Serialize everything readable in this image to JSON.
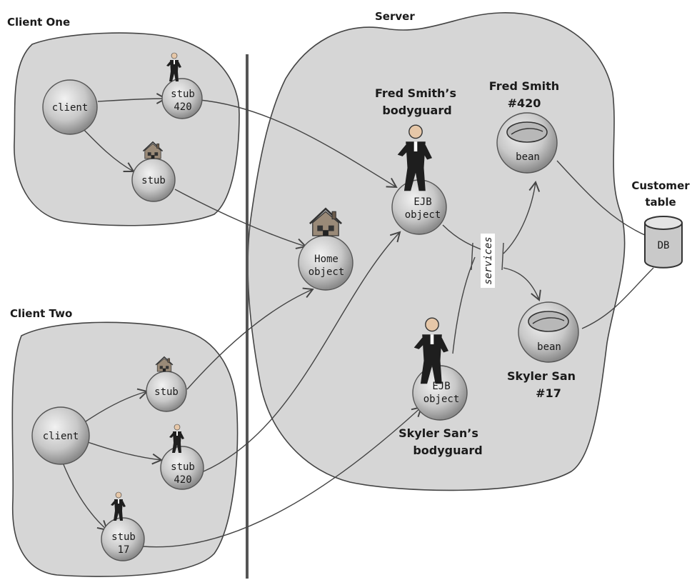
{
  "regions": {
    "client_one": "Client One",
    "client_two": "Client Two",
    "server": "Server"
  },
  "client_one": {
    "client": "client",
    "stub_420": [
      "stub",
      "420"
    ],
    "home_stub": "stub"
  },
  "client_two": {
    "client": "client",
    "home_stub": "stub",
    "stub_420": [
      "stub",
      "420"
    ],
    "stub_17": [
      "stub",
      "17"
    ]
  },
  "server": {
    "fred_bodyguard_label": [
      "Fred Smith’s",
      "bodyguard"
    ],
    "fred_ejb": [
      "EJB",
      "object"
    ],
    "home_object": [
      "Home",
      "object"
    ],
    "fred_bean_label": [
      "Fred Smith",
      "#420"
    ],
    "fred_bean": "bean",
    "services": "services",
    "skyler_bean": "bean",
    "skyler_bean_label": [
      "Skyler San",
      "#17"
    ],
    "skyler_ejb": [
      "EJB",
      "object"
    ],
    "skyler_bodyguard_label": [
      "Skyler San’s",
      "bodyguard"
    ]
  },
  "db": {
    "label": [
      "Customer",
      "table"
    ],
    "text": "DB"
  },
  "icons": {
    "bodyguard": "bodyguard-figure-icon",
    "house": "house-icon",
    "bean": "bean-icon",
    "db": "database-cylinder-icon"
  },
  "colors": {
    "region_fill": "#d6d6d6",
    "node_fill": "#c9c9c9",
    "divider": "#555555"
  }
}
